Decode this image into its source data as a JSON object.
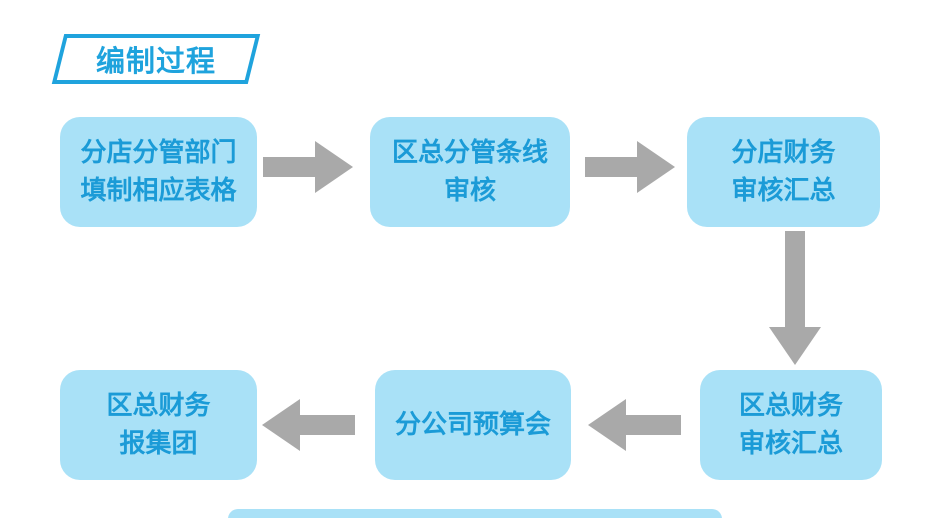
{
  "title": "编制过程",
  "colors": {
    "node_background": "#A9E1F7",
    "node_text": "#1B9BD7",
    "title_blue": "#1FA3DD",
    "arrow_gray": "#A9A9A9",
    "page_background": "#FFFFFF"
  },
  "nodes": [
    {
      "id": "step1",
      "lines": [
        "分店分管部门",
        "填制相应表格"
      ]
    },
    {
      "id": "step2",
      "lines": [
        "区总分管条线",
        "审核"
      ]
    },
    {
      "id": "step3",
      "lines": [
        "分店财务",
        "审核汇总"
      ]
    },
    {
      "id": "step4",
      "lines": [
        "区总财务",
        "审核汇总"
      ]
    },
    {
      "id": "step5",
      "lines": [
        "分公司预算会"
      ]
    },
    {
      "id": "step6",
      "lines": [
        "区总财务",
        "报集团"
      ]
    }
  ],
  "arrows": [
    {
      "from": "step1",
      "to": "step2",
      "direction": "right"
    },
    {
      "from": "step2",
      "to": "step3",
      "direction": "right"
    },
    {
      "from": "step3",
      "to": "step4",
      "direction": "down"
    },
    {
      "from": "step4",
      "to": "step5",
      "direction": "left"
    },
    {
      "from": "step5",
      "to": "step6",
      "direction": "left"
    }
  ]
}
